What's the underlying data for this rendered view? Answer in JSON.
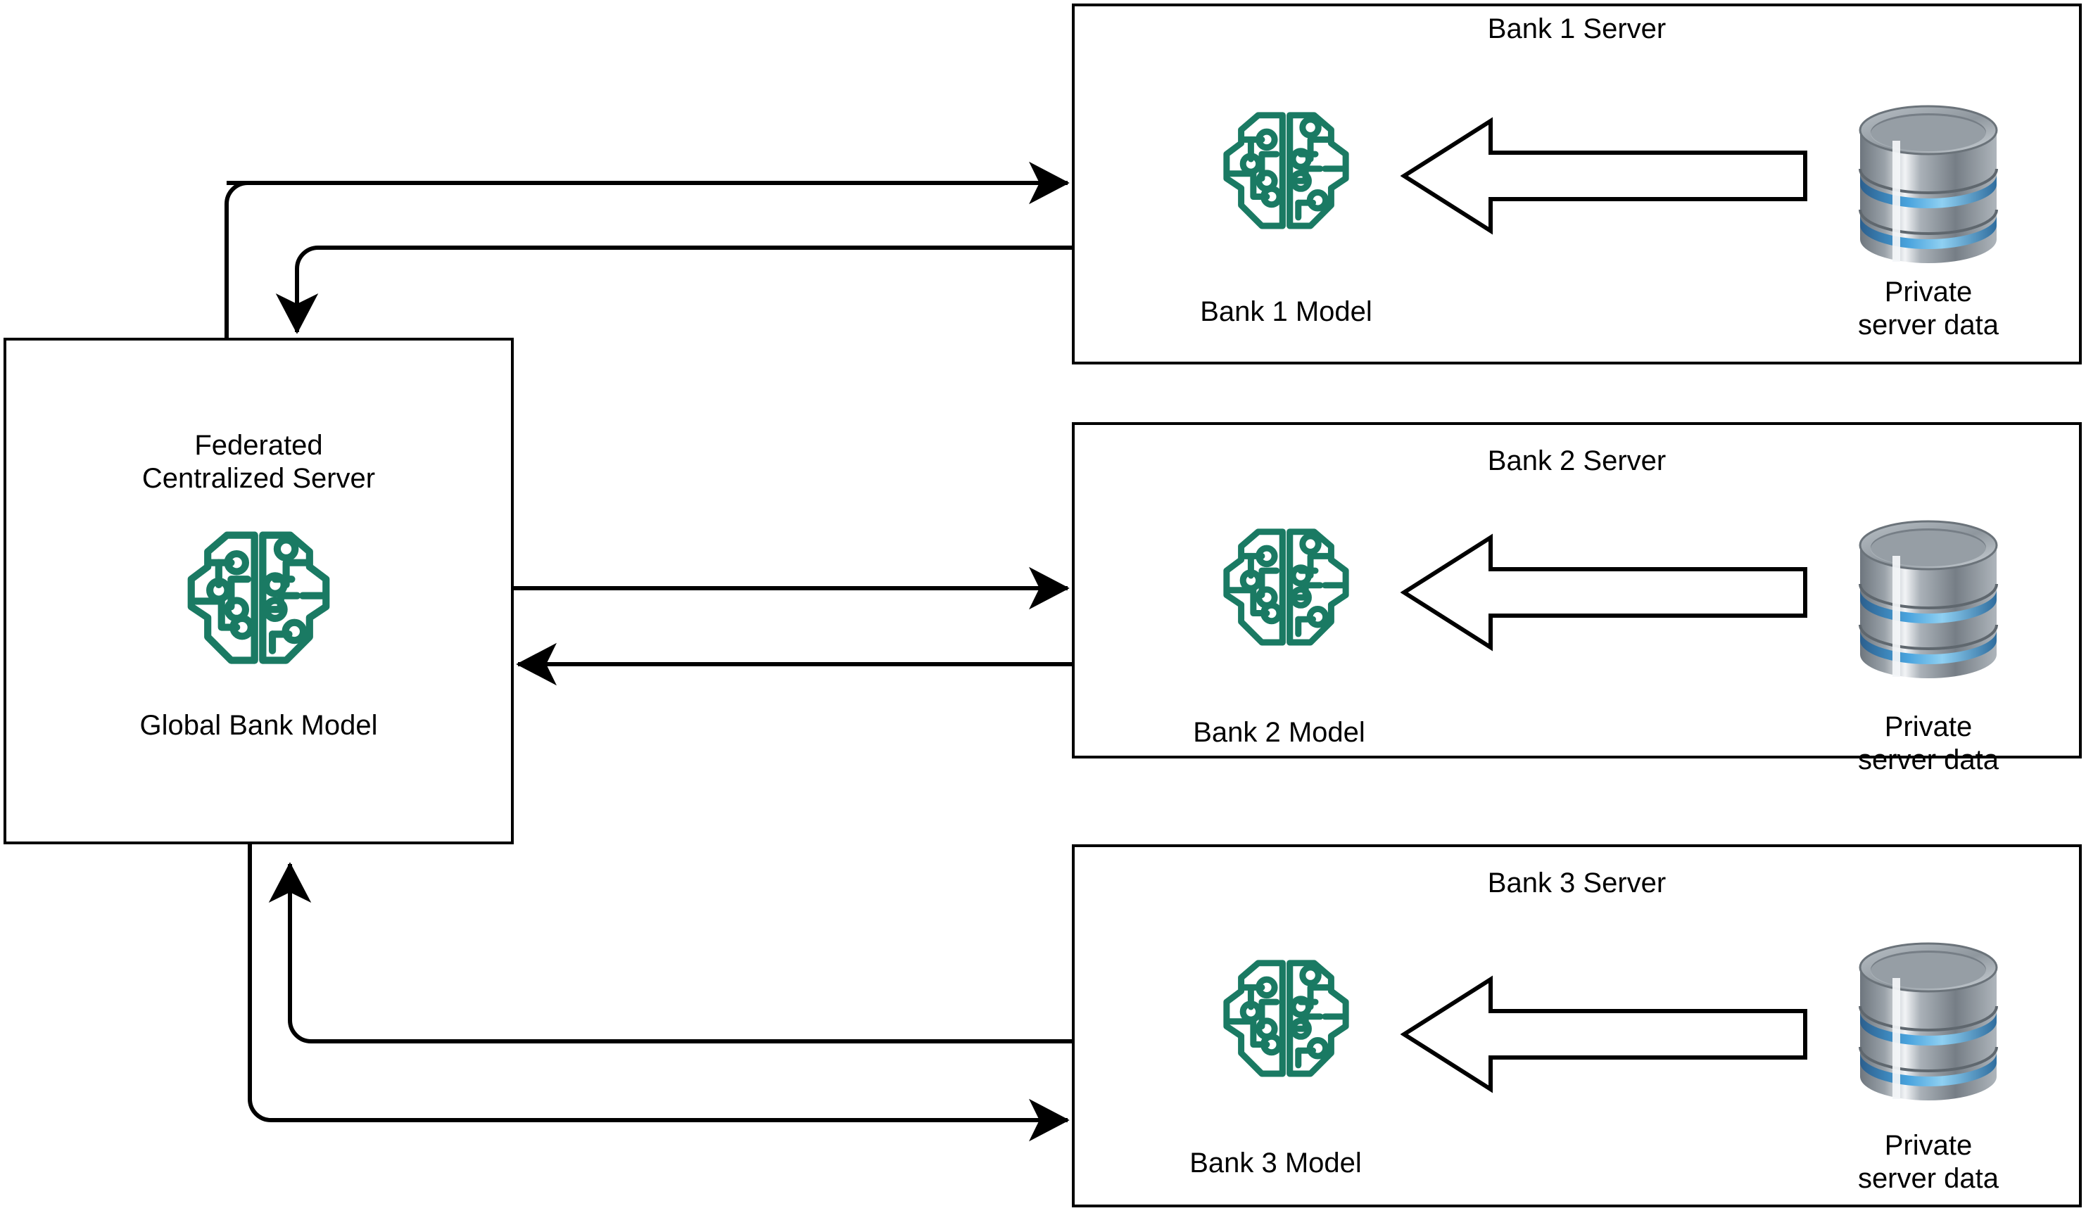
{
  "diagram": {
    "title_implicit": "Federated learning across bank servers",
    "colors": {
      "brain_teal": "#1a7a63",
      "stroke_black": "#000000",
      "background": "#ffffff",
      "db_metal_light": "#d8dce0",
      "db_metal_mid": "#8d969e",
      "db_metal_dark": "#5a6269",
      "db_blue_ring": "#2f86c8"
    }
  },
  "central_server": {
    "title_line1": "Federated",
    "title_line2": "Centralized Server",
    "title": "Federated\nCentralized Server",
    "model_label": "Global Bank Model",
    "icon": "brain-circuit-icon"
  },
  "banks": [
    {
      "id": "bank1",
      "panel_title": "Bank 1 Server",
      "model_label": "Bank 1 Model",
      "model_icon": "brain-circuit-icon",
      "data_label": "Private\nserver data",
      "data_label_line1": "Private",
      "data_label_line2": "server data",
      "data_icon": "database-cylinder-icon",
      "data_flow_arrow": "hollow-left-arrow"
    },
    {
      "id": "bank2",
      "panel_title": "Bank 2 Server",
      "model_label": "Bank 2 Model",
      "model_icon": "brain-circuit-icon",
      "data_label": "Private\nserver data",
      "data_label_line1": "Private",
      "data_label_line2": "server data",
      "data_icon": "database-cylinder-icon",
      "data_flow_arrow": "hollow-left-arrow"
    },
    {
      "id": "bank3",
      "panel_title": "Bank 3 Server",
      "model_label": "Bank 3 Model",
      "model_icon": "brain-circuit-icon",
      "data_label": "Private\nserver data",
      "data_label_line1": "Private",
      "data_label_line2": "server data",
      "data_icon": "database-cylinder-icon",
      "data_flow_arrow": "hollow-left-arrow"
    }
  ],
  "connections": [
    {
      "name": "server-to-bank1-download",
      "from": "central_server",
      "to": "bank1",
      "direction": "right",
      "arrowhead": true
    },
    {
      "name": "bank1-to-server-upload",
      "from": "bank1",
      "to": "central_server",
      "direction": "down",
      "arrowhead": true
    },
    {
      "name": "server-to-bank2-download",
      "from": "central_server",
      "to": "bank2",
      "direction": "right",
      "arrowhead": true
    },
    {
      "name": "bank2-to-server-upload",
      "from": "bank2",
      "to": "central_server",
      "direction": "left",
      "arrowhead": true
    },
    {
      "name": "server-to-bank3-download",
      "from": "central_server",
      "to": "bank3",
      "direction": "right",
      "arrowhead": true
    },
    {
      "name": "bank3-to-server-upload",
      "from": "bank3",
      "to": "central_server",
      "direction": "up",
      "arrowhead": true
    }
  ]
}
